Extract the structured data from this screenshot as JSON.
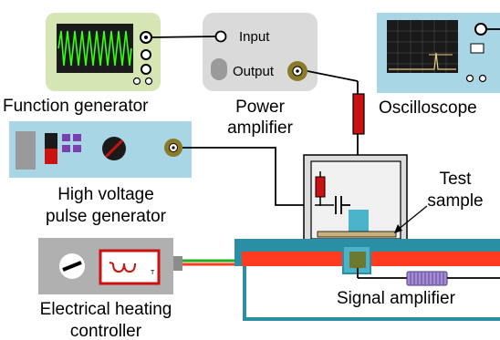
{
  "labels": {
    "function_generator": "Function generator",
    "power_amplifier_line1": "Power",
    "power_amplifier_line2": "amplifier",
    "input": "Input",
    "output": "Output",
    "oscilloscope": "Oscilloscope",
    "hv_line1": "High voltage",
    "hv_line2": "pulse generator",
    "test_line1": "Test",
    "test_line2": "sample",
    "heating_line1": "Electrical heating",
    "heating_line2": "controller",
    "signal_amplifier": "Signal amplifier"
  },
  "colors": {
    "function_generator_body": "#d6e5b4",
    "screen": "#1a1a1a",
    "waveform": "#39ff14",
    "power_amplifier_body": "#dadada",
    "connector": "#8b7a2a",
    "oscilloscope_body": "#a9d6e5",
    "hv_body": "#a9d6e5",
    "resistor": "#cc1111",
    "electrode": "#4ab3c9",
    "stage_top": "#2a8fa5",
    "stage_heater": "#ff3b1f",
    "heating_controller_body": "#b0b0b0",
    "signal_amplifier": "#a68cd8",
    "chamber": "#f0f0f0"
  }
}
